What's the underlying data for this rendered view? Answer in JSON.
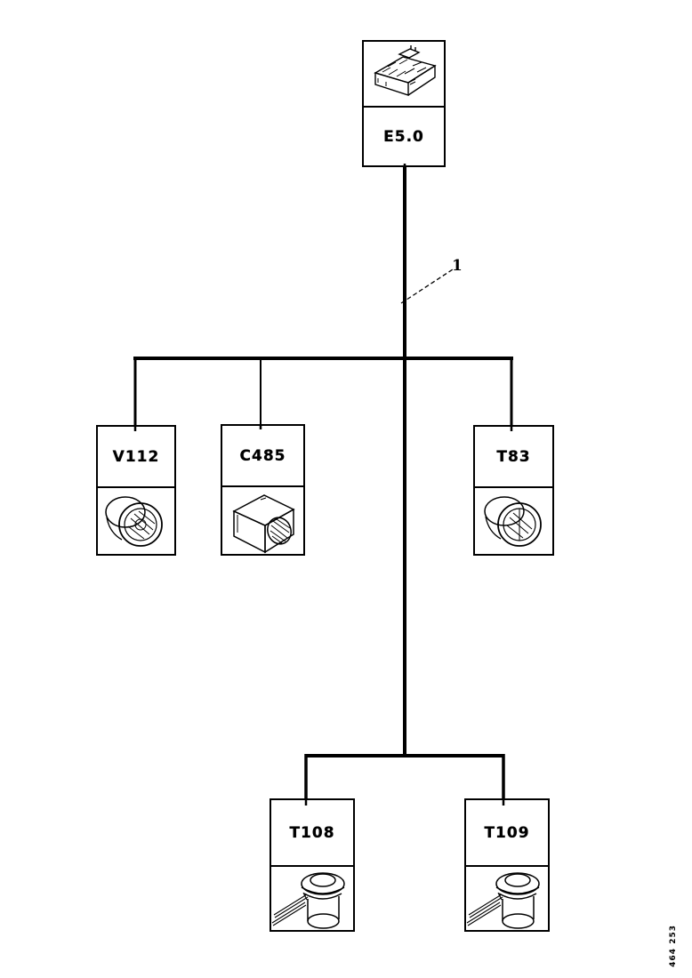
{
  "diagram": {
    "callout_1": {
      "label": "1"
    },
    "nodes": {
      "e50": {
        "label": "E5.0",
        "icon": "control-unit-drawing"
      },
      "v112": {
        "label": "V112",
        "icon": "round-connector-drawing"
      },
      "c485": {
        "label": "C485",
        "icon": "cube-connector-drawing"
      },
      "t83": {
        "label": "T83",
        "icon": "round-connector-drawing"
      },
      "t108": {
        "label": "T108",
        "icon": "sensor-connector-drawing"
      },
      "t109": {
        "label": "T109",
        "icon": "sensor-connector-drawing"
      }
    },
    "doc_id": "464 253"
  },
  "colors": {
    "line": "#000000",
    "background": "#ffffff"
  }
}
